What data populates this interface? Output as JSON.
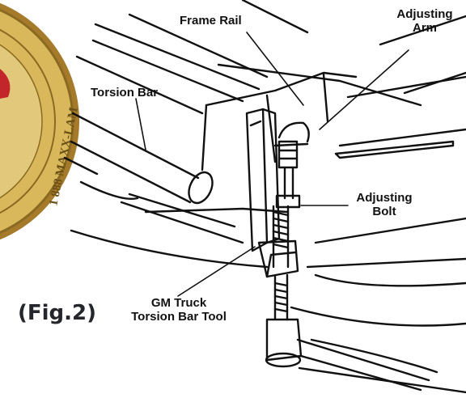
{
  "diagram": {
    "labels": {
      "frame_rail": "Frame Rail",
      "adjusting_arm_line1": "Adjusting",
      "adjusting_arm_line2": "Arm",
      "torsion_bar": "Torsion Bar",
      "adjusting_bolt_line1": "Adjusting",
      "adjusting_bolt_line2": "Bolt",
      "tool_line1": "GM Truck",
      "tool_line2": "Torsion Bar Tool"
    },
    "figure_caption": "(Fig.2)",
    "seal_text": "1 888 MAXX-LAM"
  },
  "colors": {
    "ink": "#111111",
    "caption": "#24262c",
    "seal_gold": "#d9b85c",
    "seal_dark": "#8a6a22",
    "seal_red": "#c3262a"
  },
  "icons": [
    "company-seal-icon"
  ]
}
